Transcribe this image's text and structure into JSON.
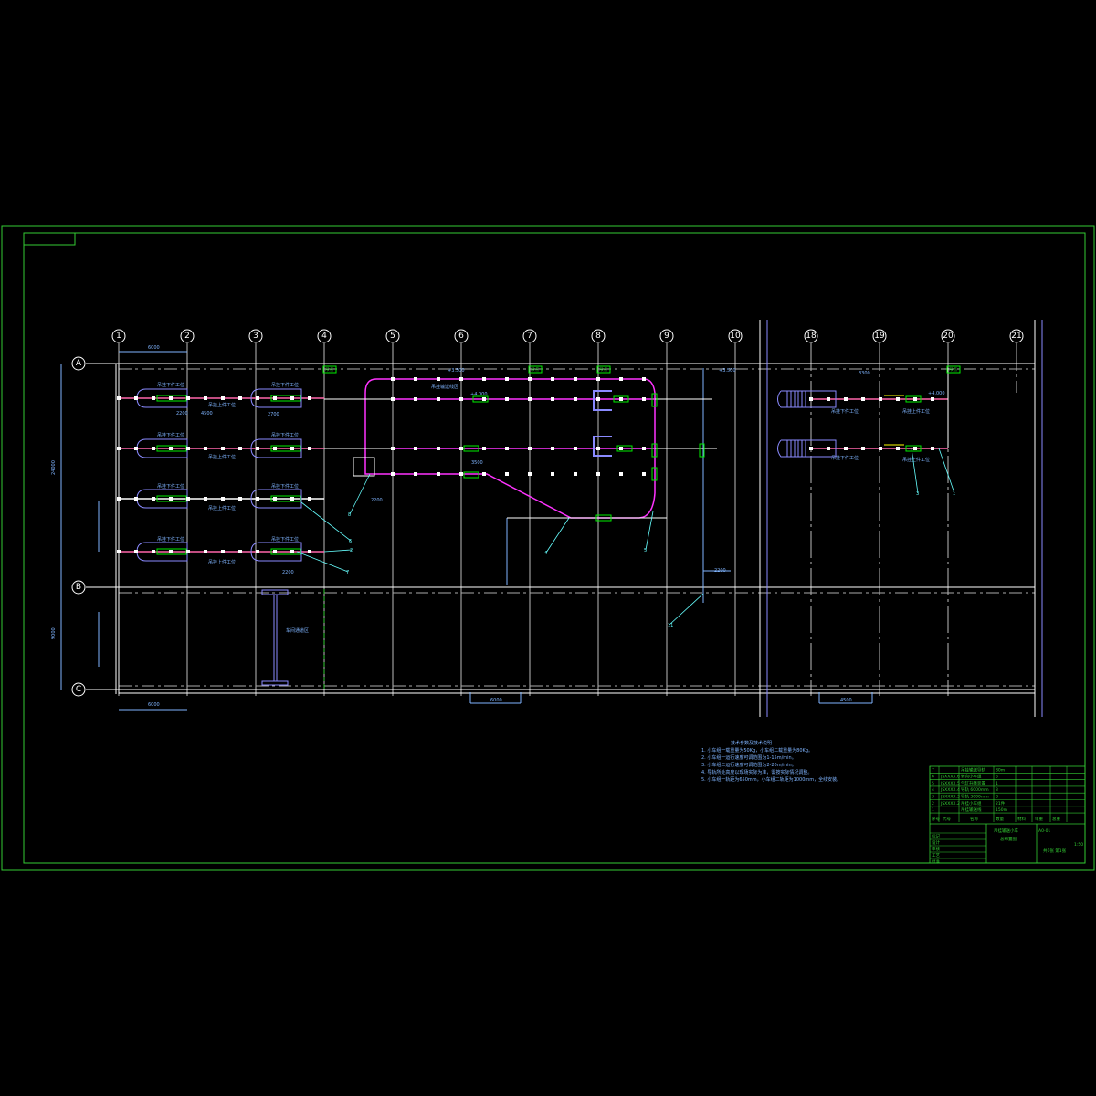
{
  "drawing": {
    "columns": [
      "1",
      "2",
      "3",
      "4",
      "5",
      "6",
      "7",
      "8",
      "9",
      "10",
      "18",
      "19",
      "20",
      "21"
    ],
    "rows": [
      "A",
      "B",
      "C"
    ],
    "station_labels": {
      "left_top": "吊挂下件工位",
      "left_mid": "吊挂上件工位",
      "main_loop": "吊挂输送线区",
      "right_top": "吊挂下件工位",
      "right_mid": "吊挂上件工位",
      "aisle": "车间通道区"
    },
    "dimensions": {
      "bay": "6000",
      "span_a_b": "24000",
      "span_b_c": "9000",
      "seg1": "2200",
      "seg2": "4500",
      "seg3": "2700",
      "loop_gap": "3500",
      "bottom_mid": "6000",
      "right_bay": "4500",
      "right_top": "3300",
      "elev1": "+3.500",
      "elev2": "+4.000"
    },
    "callouts": [
      "1",
      "2",
      "3",
      "4",
      "5",
      "6",
      "7",
      "8",
      "11"
    ],
    "tags": [
      "吊点",
      "吊点",
      "吊点",
      "吊点"
    ]
  },
  "notes": {
    "title": "技术参数及技术说明",
    "lines": [
      "1. 小车组一载重量为50Kg，小车组二载重量为80Kg。",
      "2. 小车组一运行速度可调范围为1-15m/min。",
      "3. 小车组二运行速度可调范围为2-20m/min。",
      "4. 导轨所处高度以现场实际为准，需按实际情况调整。",
      "5. 小车组一轨距为650mm，小车组二轨距为1000mm，全线安装。"
    ]
  },
  "bom": {
    "rows": [
      [
        "7",
        "",
        "吊挂输送导轨",
        "80m",
        "",
        "",
        ""
      ],
      [
        "6",
        "JSXXXX.6",
        "转向小车组",
        "5",
        "",
        "",
        ""
      ],
      [
        "5",
        "JSXXXX.5",
        "气缸升降装置",
        "1",
        "",
        "",
        ""
      ],
      [
        "4",
        "JSXXXX.4",
        "导轨 6000mm",
        "3",
        "",
        "",
        ""
      ],
      [
        "3",
        "JSXXXX.3",
        "导轨 3000mm",
        "8",
        "",
        "",
        ""
      ],
      [
        "2",
        "JSXXXX.2",
        "吊挂小车组",
        "21件",
        "",
        "",
        ""
      ],
      [
        "1",
        "",
        "吊挂输送线",
        "150m",
        "",
        "",
        ""
      ]
    ],
    "header": [
      "序号",
      "代号",
      "名称",
      "数量",
      "材料",
      "单重",
      "总重"
    ]
  },
  "title_block": {
    "project": "吊挂输送小车",
    "drawing_name": "总布置图",
    "drawing_no": "A0-01",
    "scale": "1:50",
    "sheet": "共1张 第1张",
    "left_rows": [
      "标记",
      "设计",
      "审核",
      "工艺",
      "批准"
    ]
  }
}
